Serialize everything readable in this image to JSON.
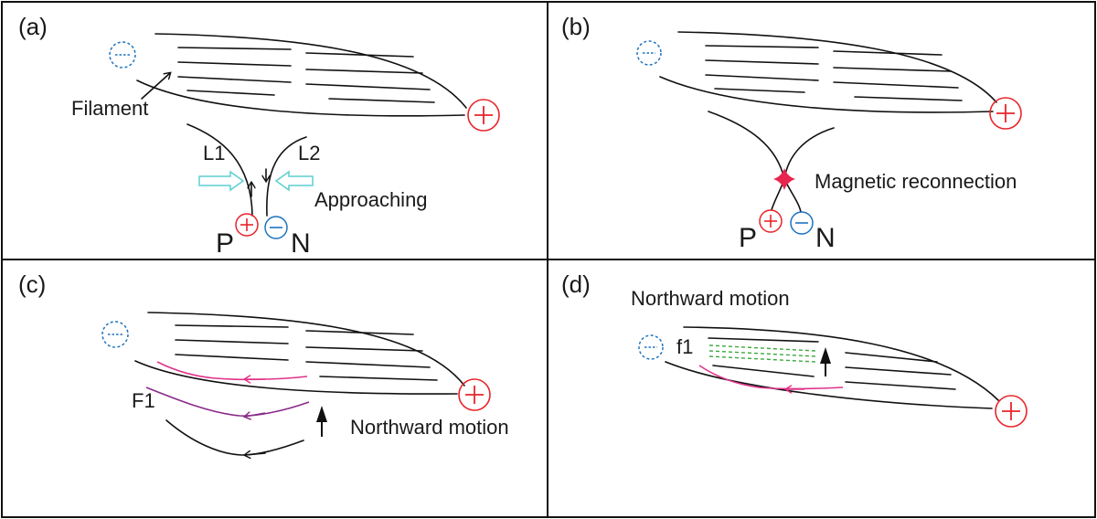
{
  "panels": {
    "a": {
      "label": "(a)",
      "filament": "Filament",
      "l1": "L1",
      "l2": "L2",
      "approaching": "Approaching",
      "p": "P",
      "n": "N"
    },
    "b": {
      "label": "(b)",
      "reconnection": "Magnetic reconnection",
      "p": "P",
      "n": "N"
    },
    "c": {
      "label": "(c)",
      "f1": "F1",
      "motion": "Northward motion"
    },
    "d": {
      "label": "(d)",
      "motion": "Northward motion",
      "f1": "f1"
    }
  },
  "colors": {
    "positive": "#e8252a",
    "negative": "#1e73be",
    "arrow_fill": "#7fd6d6",
    "magenta": "#e0338a",
    "purple": "#8a2a8a",
    "green": "#3aa83a",
    "reconnection": "#e8254f"
  }
}
